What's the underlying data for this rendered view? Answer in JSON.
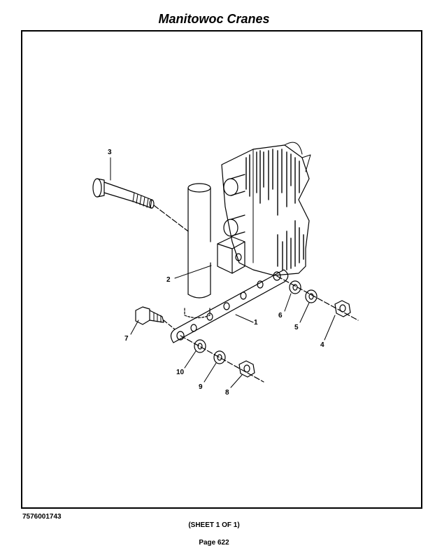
{
  "header": {
    "title": "Manitowoc Cranes"
  },
  "footer": {
    "drawing_number": "7576001743",
    "sheet": "(SHEET 1 OF 1)",
    "page": "Page 622"
  },
  "diagram": {
    "callouts": [
      {
        "id": "1",
        "label": "1"
      },
      {
        "id": "2",
        "label": "2"
      },
      {
        "id": "3",
        "label": "3"
      },
      {
        "id": "4",
        "label": "4"
      },
      {
        "id": "5",
        "label": "5"
      },
      {
        "id": "6",
        "label": "6"
      },
      {
        "id": "7",
        "label": "7"
      },
      {
        "id": "8",
        "label": "8"
      },
      {
        "id": "9",
        "label": "9"
      },
      {
        "id": "10",
        "label": "10"
      }
    ]
  }
}
